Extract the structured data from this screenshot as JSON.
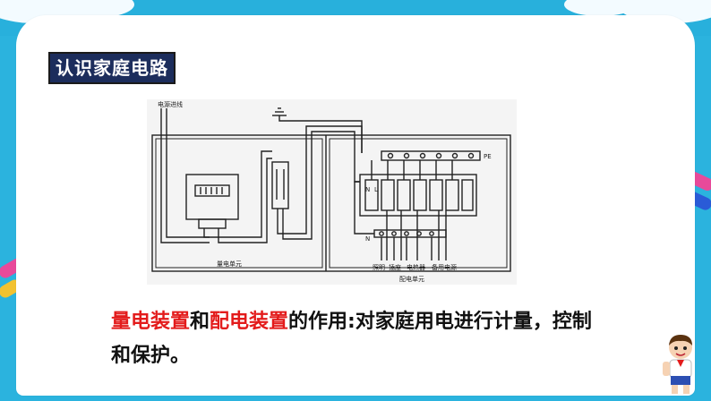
{
  "slide": {
    "title": "认识家庭电路",
    "description": {
      "part1": "量电装置",
      "part2": "和",
      "part3": "配电装置",
      "part4": "的作用:对家庭用电进行计量，控制",
      "part5": "和保护。"
    }
  },
  "diagram": {
    "label_power_in": "电源进线",
    "label_pe": "PE",
    "label_n_top": "N",
    "label_l": "L",
    "label_n_bottom": "N",
    "label_metering_unit": "量电单元",
    "label_lighting": "照明",
    "label_socket": "插座",
    "label_water_heater": "电热器",
    "label_spare": "备用电源",
    "label_distribution_unit": "配电单元"
  },
  "colors": {
    "background": "#2bb3de",
    "title_box": "#1c2d5c",
    "highlight_red": "#e31b1b"
  }
}
